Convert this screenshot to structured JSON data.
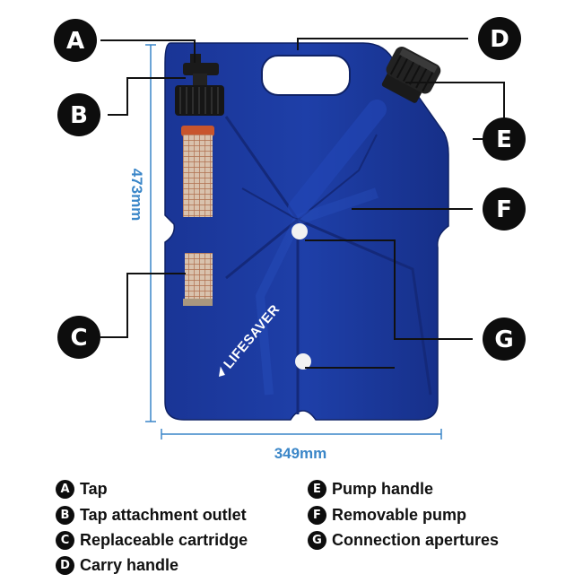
{
  "diagram": {
    "product_logo": "LIFESAVER",
    "dimensions": {
      "height": "473mm",
      "width": "349mm"
    },
    "callouts": [
      {
        "letter": "A",
        "label": "Tap"
      },
      {
        "letter": "B",
        "label": "Tap attachment outlet"
      },
      {
        "letter": "C",
        "label": "Replaceable cartridge"
      },
      {
        "letter": "D",
        "label": "Carry handle"
      },
      {
        "letter": "E",
        "label": "Pump handle"
      },
      {
        "letter": "F",
        "label": "Removable pump"
      },
      {
        "letter": "G",
        "label": "Connection apertures"
      }
    ]
  },
  "colors": {
    "container": "#1b3a9c",
    "container_dark": "#14297a",
    "dimension": "#3a86c8",
    "callout_fill": "#0d0d0d",
    "filter": "#c8b09a"
  }
}
